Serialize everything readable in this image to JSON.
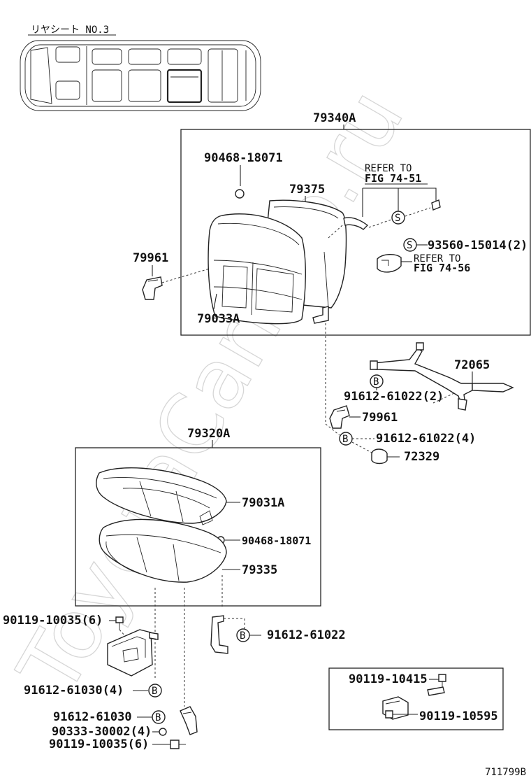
{
  "header": {
    "seat_title": "リヤシート NO.3"
  },
  "groups": {
    "back_assembly": "79340A",
    "cushion_assembly": "79320A"
  },
  "back_parts": {
    "clip_top": "90468-18071",
    "frame": "79375",
    "cover_left": "79961",
    "back_cover": "79033A",
    "refer_text": "REFER TO",
    "fig_top": "FIG 74-51",
    "fig_mid": "FIG 74-56",
    "s_part": "93560-15014(2)",
    "s_symbol": "S"
  },
  "mid_parts": {
    "bracket": "72065",
    "bolt_a": "91612-61022(2)",
    "cover": "79961",
    "bolt_b": "91612-61022(4)",
    "bushing": "72329",
    "b_symbol": "B"
  },
  "cushion_parts": {
    "cushion_cover": "79031A",
    "clip": "90468-18071",
    "pad": "79335"
  },
  "lower_parts": {
    "screw_a": "90119-10035(6)",
    "bolt_a": "91612-61022",
    "bolt_b": "91612-61030(4)",
    "bolt_c": "91612-61030",
    "washer": "90333-30002(4)",
    "screw_b": "90119-10035(6)"
  },
  "inset_parts": {
    "screw_a": "90119-10415",
    "screw_b": "90119-10595"
  },
  "footer": {
    "figure_id": "711799B"
  },
  "watermark": "ToyotaCarInfo.ru",
  "colors": {
    "ink": "#222222",
    "watermark": "#d6d6d6"
  }
}
